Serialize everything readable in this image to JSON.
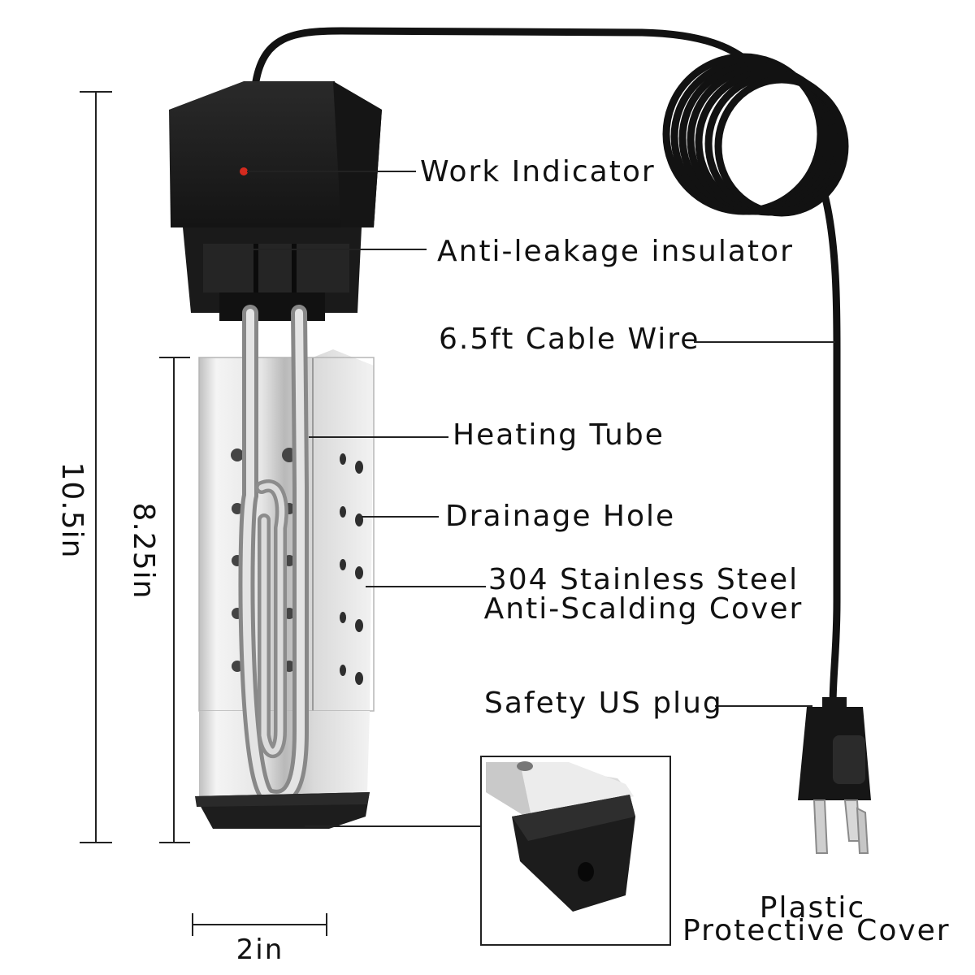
{
  "labels": {
    "work_indicator": "Work Indicator",
    "anti_leakage": "Anti-leakage insulator",
    "cable_wire": "6.5ft Cable Wire",
    "heating_tube": "Heating Tube",
    "drainage_hole": "Drainage Hole",
    "steel_cover_line1": "304 Stainless Steel",
    "steel_cover_line2": "Anti-Scalding Cover",
    "us_plug": "Safety US plug",
    "plastic_cover_line1": "Plastic",
    "plastic_cover_line2": "Protective Cover"
  },
  "dimensions": {
    "total_length": "10.5in",
    "cover_length": "8.25in",
    "width": "2in"
  },
  "colors": {
    "body_black": "#1c1c1c",
    "cable_black": "#121212",
    "steel_light": "#e8e8e8",
    "steel_dark": "#9a9a9a",
    "indicator_red": "#d42a1e"
  }
}
